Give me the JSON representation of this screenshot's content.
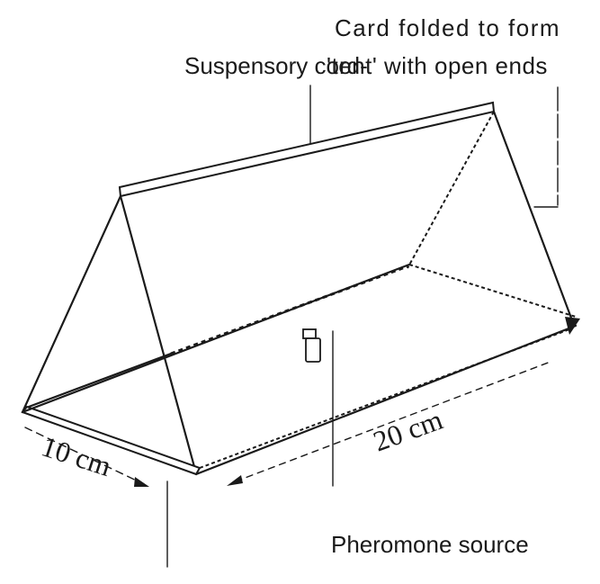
{
  "labels": {
    "suspensory_cord": "Suspensory cord-",
    "card_line1": "Card folded to form",
    "card_line2": "'tent' with open ends",
    "pheromone_source": "Pheromone source"
  },
  "dimensions": {
    "width": "10 cm",
    "length": "20 cm"
  }
}
